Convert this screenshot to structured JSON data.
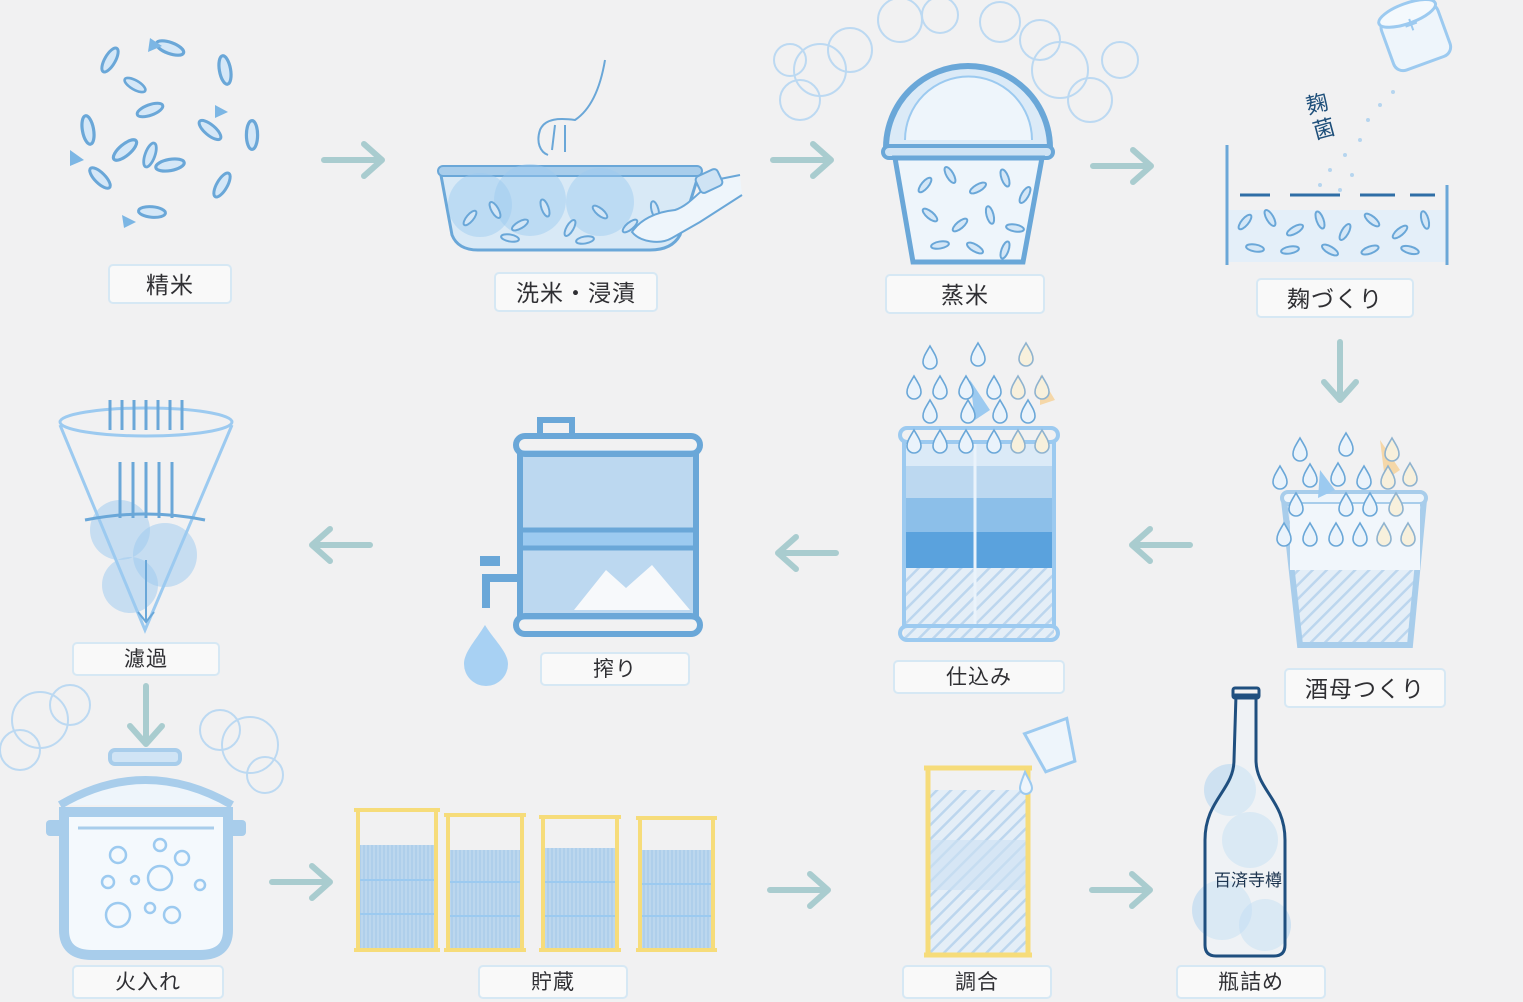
{
  "diagram": {
    "steps": [
      {
        "id": "seimai",
        "label": "精米"
      },
      {
        "id": "senmai",
        "label": "洗米・浸漬"
      },
      {
        "id": "mushimai",
        "label": "蒸米"
      },
      {
        "id": "koji",
        "label": "麹づくり"
      },
      {
        "id": "shubo",
        "label": "酒母つくり"
      },
      {
        "id": "shikomi",
        "label": "仕込み"
      },
      {
        "id": "shibori",
        "label": "搾り"
      },
      {
        "id": "roka",
        "label": "濾過"
      },
      {
        "id": "hiire",
        "label": "火入れ"
      },
      {
        "id": "chozo",
        "label": "貯蔵"
      },
      {
        "id": "chogo",
        "label": "調合"
      },
      {
        "id": "binzume",
        "label": "瓶詰め"
      }
    ],
    "koji_text": "麹菌",
    "bottle_text": "百済寺樽"
  },
  "colors": {
    "background": "#f1f1f2",
    "blue_line": "#6aa7d8",
    "blue_fill": "#b9d7ef",
    "arrow": "#a9cccf",
    "yellow": "#f6dc7a",
    "navy": "#1f4f7f"
  }
}
